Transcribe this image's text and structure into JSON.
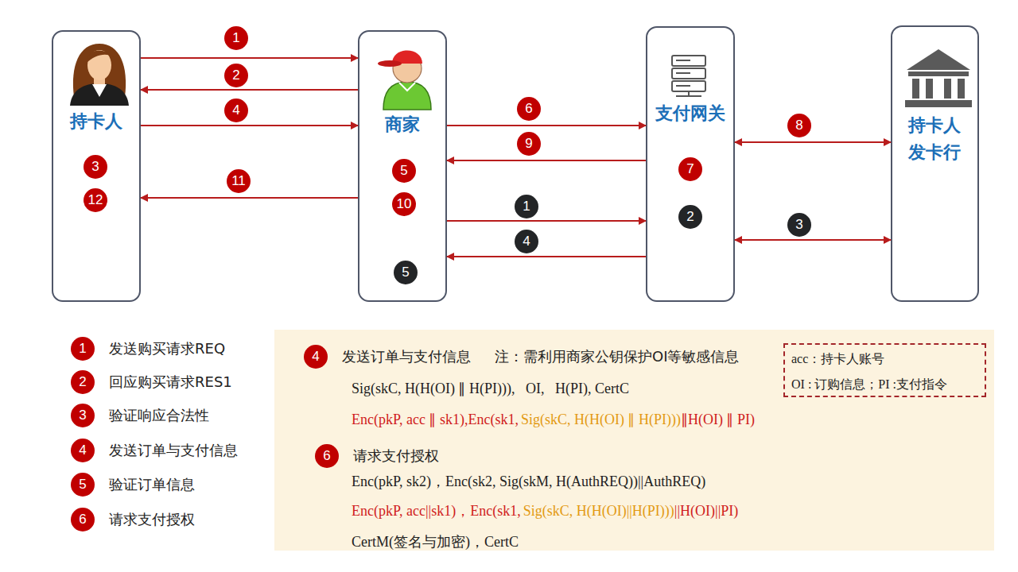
{
  "diagram": {
    "nodes": [
      {
        "text": [
          "持卡人"
        ]
      },
      {
        "text": [
          "商家"
        ]
      },
      {
        "text": [
          "支付网关"
        ]
      },
      {
        "text": [
          "持卡人 发卡行"
        ]
      },
      {
        "text": [
          "4",
          "发送订单与支付信息",
          "注：需利用商家公钥保护OI等敏感信息",
          "Sig(skC, H(H(OI) ∥ H(PI))),   OI,   H(PI), CertC",
          "Enc(pkP, acc ∥ sk1),Enc(sk1,",
          "Sig(skC, H(H(OI) ∥ H(PI)))",
          "∥H(OI) ∥ PI)",
          "6",
          "请求支付授权",
          "Enc(pkP, sk2)，Enc(sk2, Sig(skM, H(AuthREQ))||AuthREQ)",
          "Enc(pkP, acc||sk1)，Enc(sk1,",
          "Sig(skC, H(H(OI)||H(PI)))",
          "||H(OI)||PI)",
          "CertM(签名与加密)，CertC"
        ]
      },
      {
        "text": [
          "acc：持卡人账号",
          "OI : 订购信息；PI :支付指令"
        ],
        "in": 4
      }
    ],
    "edges": [
      {
        "from": 0,
        "to": 1,
        "arrow": "to",
        "label": "1"
      },
      {
        "from": 1,
        "to": 0,
        "arrow": "to",
        "label": "2"
      },
      {
        "from": 0,
        "to": 1,
        "arrow": "to",
        "label": "4"
      },
      {
        "from": 1,
        "to": 2,
        "arrow": "to",
        "label": "6"
      },
      {
        "from": 2,
        "to": 1,
        "arrow": "to",
        "label": "9"
      },
      {
        "from": 2,
        "to": 3,
        "arrow": "both",
        "label": "8"
      },
      {
        "from": 1,
        "to": 0,
        "arrow": "to",
        "label": "11"
      },
      {
        "from": 1,
        "to": 2,
        "arrow": "to",
        "label": "1"
      },
      {
        "from": 2,
        "to": 1,
        "arrow": "to",
        "label": "4"
      },
      {
        "from": 2,
        "to": 3,
        "arrow": "both",
        "label": "3"
      }
    ],
    "labels": [
      "3",
      "12",
      "5",
      "10",
      "5",
      "7",
      "2",
      "1",
      "发送购买请求REQ",
      "2",
      "回应购买请求RES1",
      "3",
      "验证响应合法性",
      "4",
      "发送订单与支付信息",
      "5",
      "验证订单信息",
      "6",
      "请求支付授权"
    ]
  }
}
